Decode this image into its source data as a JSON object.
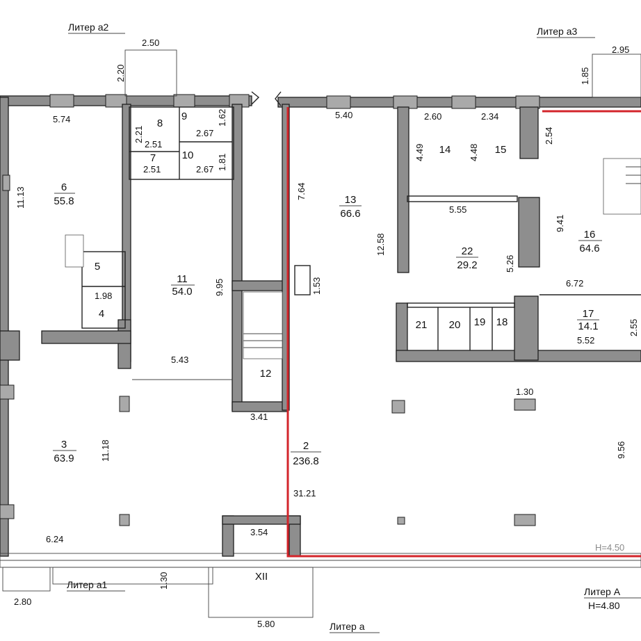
{
  "liters": {
    "a2": "Литер а2",
    "a3": "Литер а3",
    "a1": "Литер а1",
    "a": "Литер а",
    "A": "Литер А"
  },
  "heights": {
    "h_main": "H=4.80",
    "h_faint": "H=4.50"
  },
  "rooms": [
    {
      "num": "6",
      "area": "55.8"
    },
    {
      "num": "8"
    },
    {
      "num": "9"
    },
    {
      "num": "7"
    },
    {
      "num": "10"
    },
    {
      "num": "5"
    },
    {
      "num": "4"
    },
    {
      "num": "11",
      "area": "54.0"
    },
    {
      "num": "3",
      "area": "63.9"
    },
    {
      "num": "12"
    },
    {
      "num": "13",
      "area": "66.6"
    },
    {
      "num": "14"
    },
    {
      "num": "15"
    },
    {
      "num": "22",
      "area": "29.2"
    },
    {
      "num": "16",
      "area": "64.6"
    },
    {
      "num": "21"
    },
    {
      "num": "20"
    },
    {
      "num": "19"
    },
    {
      "num": "18"
    },
    {
      "num": "17",
      "area": "14.1"
    },
    {
      "num": "2",
      "area": "236.8"
    },
    {
      "num": "XII"
    }
  ],
  "dims": {
    "d_2_50": "2.50",
    "d_2_20": "2.20",
    "d_5_74": "5.74",
    "d_11_13": "11.13",
    "d_2_21": "2.21",
    "d_2_51a": "2.51",
    "d_2_67a": "2.67",
    "d_1_62": "1.62",
    "d_2_51b": "2.51",
    "d_2_67b": "2.67",
    "d_1_81": "1.81",
    "d_1_98": "1.98",
    "d_9_95": "9.95",
    "d_5_43": "5.43",
    "d_11_18": "11.18",
    "d_6_24": "6.24",
    "d_2_80": "2.80",
    "d_1_30a": "1.30",
    "d_3_54": "3.54",
    "d_5_80": "5.80",
    "d_3_41": "3.41",
    "d_1_53": "1.53",
    "d_7_64": "7.64",
    "d_5_40": "5.40",
    "d_12_58": "12.58",
    "d_2_60": "2.60",
    "d_2_34": "2.34",
    "d_4_49": "4.49",
    "d_4_48": "4.48",
    "d_5_55": "5.55",
    "d_5_26": "5.26",
    "d_2_95": "2.95",
    "d_1_85": "1.85",
    "d_2_54": "2.54",
    "d_9_41": "9.41",
    "d_6_72": "6.72",
    "d_2_55": "2.55",
    "d_5_52": "5.52",
    "d_1_30b": "1.30",
    "d_9_56": "9.56",
    "d_31_21": "31.21"
  },
  "colors": {
    "highlight": "#d3252b",
    "wall": "#8e8e8e"
  }
}
